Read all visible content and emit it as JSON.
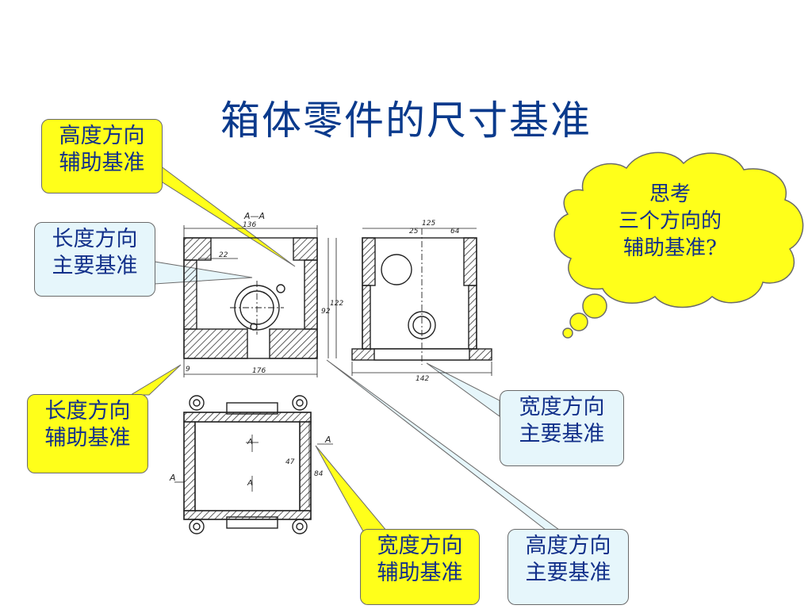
{
  "title": "箱体零件的尺寸基准",
  "callouts": {
    "height_aux": [
      "高度方向",
      "辅助基准"
    ],
    "length_main": [
      "长度方向",
      "主要基准"
    ],
    "length_aux": [
      "长度方向",
      "辅助基准"
    ],
    "width_main": [
      "宽度方向",
      "主要基准"
    ],
    "width_aux": [
      "宽度方向",
      "辅助基准"
    ],
    "height_main": [
      "高度方向",
      "主要基准"
    ]
  },
  "thought": [
    "思考",
    "三个方向的",
    "辅助基准?"
  ],
  "drawing_labels": {
    "section": "A—A",
    "dim_136": "136",
    "dim_22": "22",
    "dim_9": "9",
    "dim_176": "176",
    "dim_92": "92",
    "dim_122": "122",
    "dim_125": "125",
    "dim_25": "25",
    "dim_64": "64",
    "dim_142": "142",
    "dim_47": "47",
    "dim_84": "84",
    "mark_a": "A"
  },
  "colors": {
    "title": "#0a3a8c",
    "callout_yellow": "#ffff1a",
    "callout_blue": "#e6f6fb",
    "text": "#12308a"
  }
}
